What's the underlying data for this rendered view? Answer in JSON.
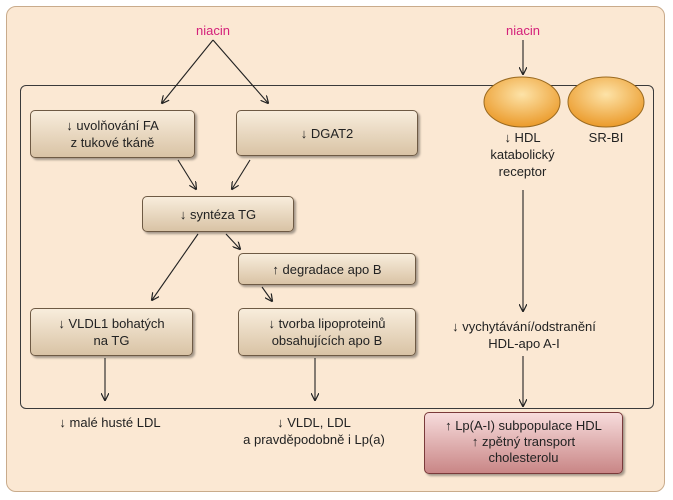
{
  "niacin_left": "niacin",
  "niacin_right": "niacin",
  "boxes": {
    "fa_release": "↓ uvolňování FA\nz tukové tkáně",
    "dgat2": "↓ DGAT2",
    "tg_synthesis": "↓ syntéza TG",
    "apob_degradation": "↑ degradace apo B",
    "vldl1": "↓ VLDL1 bohatých\nna TG",
    "lipoprotein_formation": "↓ tvorba lipoproteinů\nobsahujících apo B"
  },
  "receptor": {
    "left_label": "↓ HDL\nkatabolický\nreceptor",
    "right_label": "SR-BI"
  },
  "labels": {
    "uptake": "↓ vychytávání/odstranění\nHDL-apo A-I",
    "small_ldl": "↓ malé husté LDL",
    "vldl_ldl": "↓ VLDL, LDL\na pravděpodobně i Lp(a)"
  },
  "result": {
    "line1": "↑ Lp(A-I) subpopulace HDL",
    "line2": "↑ zpětný transport",
    "line3": "cholesterolu"
  },
  "colors": {
    "panel": "#fbe8d3",
    "niacin": "#d4217a",
    "receptor": "#f0a030",
    "result_box": "#d89a9a"
  }
}
